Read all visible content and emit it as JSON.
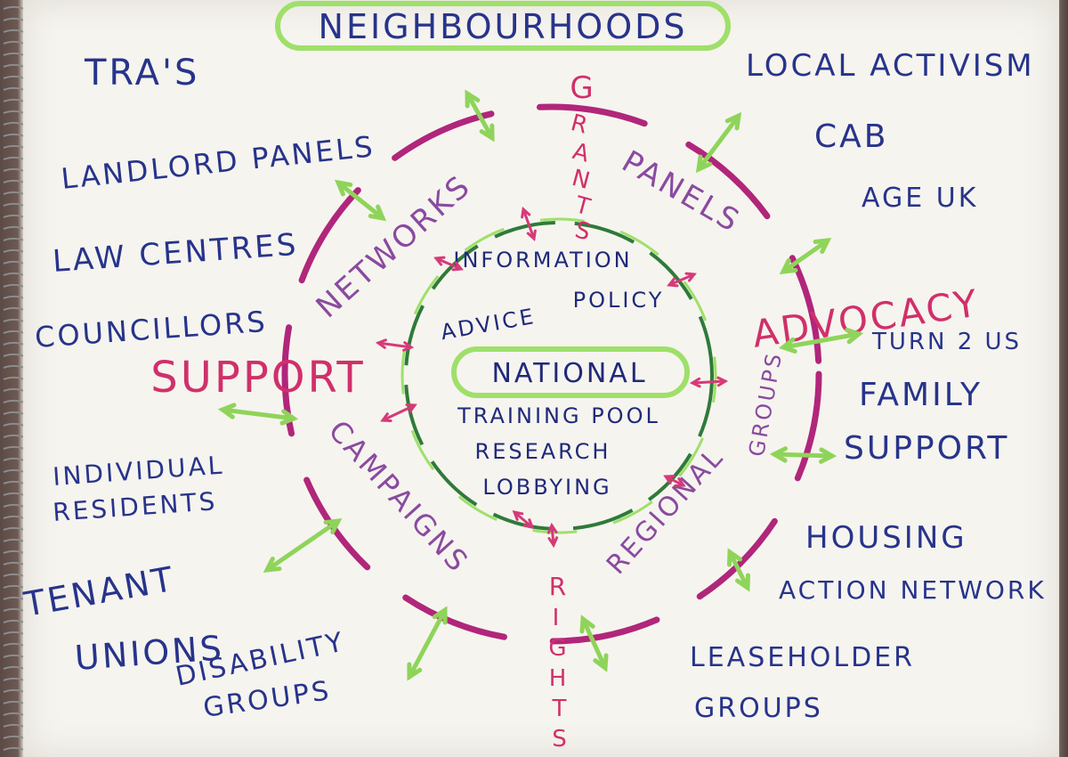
{
  "title": "NEIGHBOURHOODS",
  "center": "NATIONAL",
  "inner_ring": {
    "information": "INFORMATION",
    "advice": "ADVICE",
    "policy": "POLICY",
    "training_pool": "TRAINING POOL",
    "research": "RESEARCH",
    "lobbying": "LOBBYING"
  },
  "middle_ring": {
    "networks": "NETWORKS",
    "panels": "PANELS",
    "support": "SUPPORT",
    "advocacy": "ADVOCACY",
    "campaigns": "CAMPAIGNS",
    "regional": "REGIONAL",
    "groups": "GROUPS"
  },
  "axis": {
    "grants": [
      "G",
      "R",
      "A",
      "N",
      "T",
      "S"
    ],
    "rights": [
      "R",
      "I",
      "G",
      "H",
      "T",
      "S"
    ]
  },
  "outer_left": {
    "tras": "TRA'S",
    "landlord_panels": "LANDLORD PANELS",
    "law_centres": "LAW CENTRES",
    "councillors": "COUNCILLORS",
    "individual": "INDIVIDUAL",
    "residents": "RESIDENTS",
    "tenant": "TENANT",
    "unions": "UNIONS",
    "disability": "DISABILITY",
    "disability_groups": "GROUPS"
  },
  "outer_right": {
    "local_activism": "LOCAL ACTIVISM",
    "cab": "CAB",
    "age_uk": "AGE UK",
    "turn2us": "TURN 2 US",
    "family": "FAMILY",
    "support": "SUPPORT",
    "housing": "HOUSING",
    "action_network": "ACTION NETWORK",
    "leaseholder": "LEASEHOLDER",
    "leaseholder_groups": "GROUPS"
  },
  "colors": {
    "outer_ring": "#b0267a",
    "inner_ring": "#2f7a3a",
    "highlight": "#9ee06a",
    "blue_ink": "#27348b",
    "pink_ink": "#d0306a",
    "purple_ink": "#8a4aa0"
  }
}
